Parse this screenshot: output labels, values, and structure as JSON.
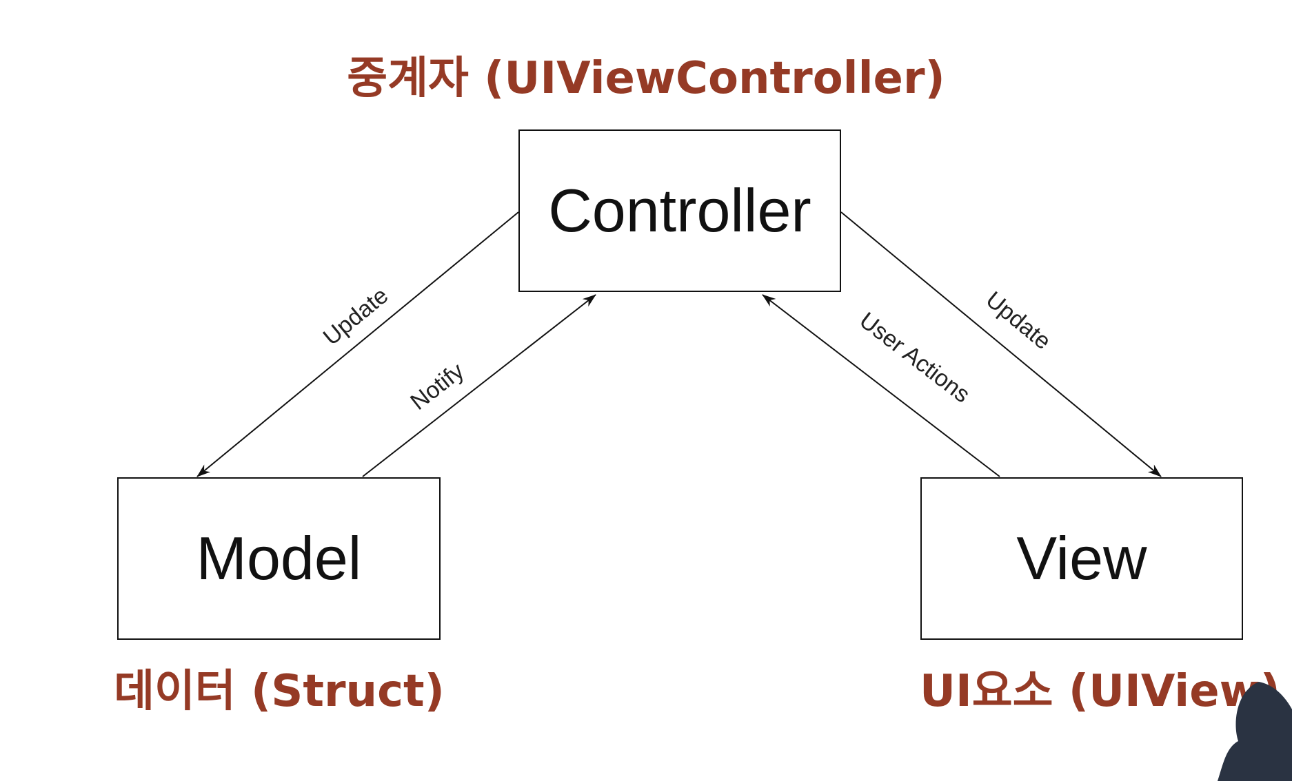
{
  "captions": {
    "controller": "중계자 (UIViewController)",
    "model": "데이터 (Struct)",
    "view": "UI요소 (UIView)"
  },
  "boxes": {
    "controller": "Controller",
    "model": "Model",
    "view": "View"
  },
  "arrows": {
    "update_left": "Update",
    "notify": "Notify",
    "user_actions": "User Actions",
    "update_right": "Update"
  },
  "colors": {
    "caption": "#953a25",
    "line": "#111111",
    "presenter_silhouette": "#2a3342"
  }
}
